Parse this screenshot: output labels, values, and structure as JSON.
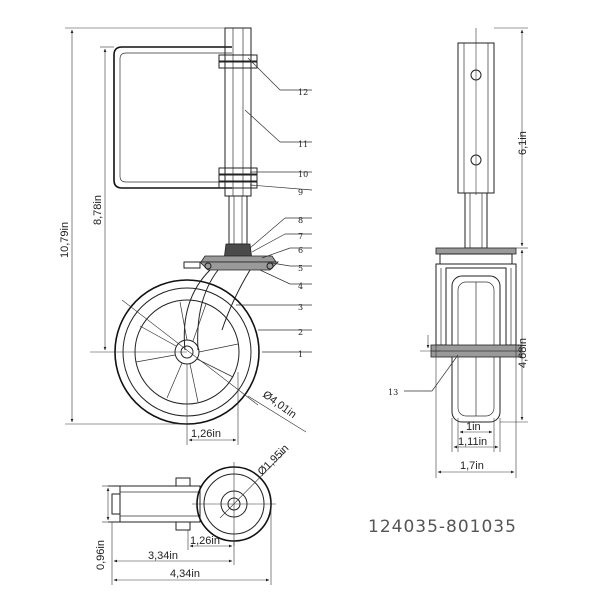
{
  "part_number": "124035-801035",
  "callouts": [
    "12",
    "11",
    "10",
    "9",
    "8",
    "7",
    "6",
    "5",
    "4",
    "3",
    "2",
    "1",
    "13"
  ],
  "dimensions": {
    "side_total_height": "10,79in",
    "side_handle_height": "8,78in",
    "wheel_diameter": "Ø4,01in",
    "side_offset": "1,26in",
    "front_upper_height": "6,1in",
    "front_lower_height": "4,68in",
    "front_width_1": "1in",
    "front_width_2": "1,11in",
    "front_width_3": "1,7in",
    "top_hub_diameter": "Ø1,95in",
    "top_height": "0,96in",
    "top_offset": "1,26in",
    "top_length_1": "3,34in",
    "top_length_2": "4,34in"
  }
}
